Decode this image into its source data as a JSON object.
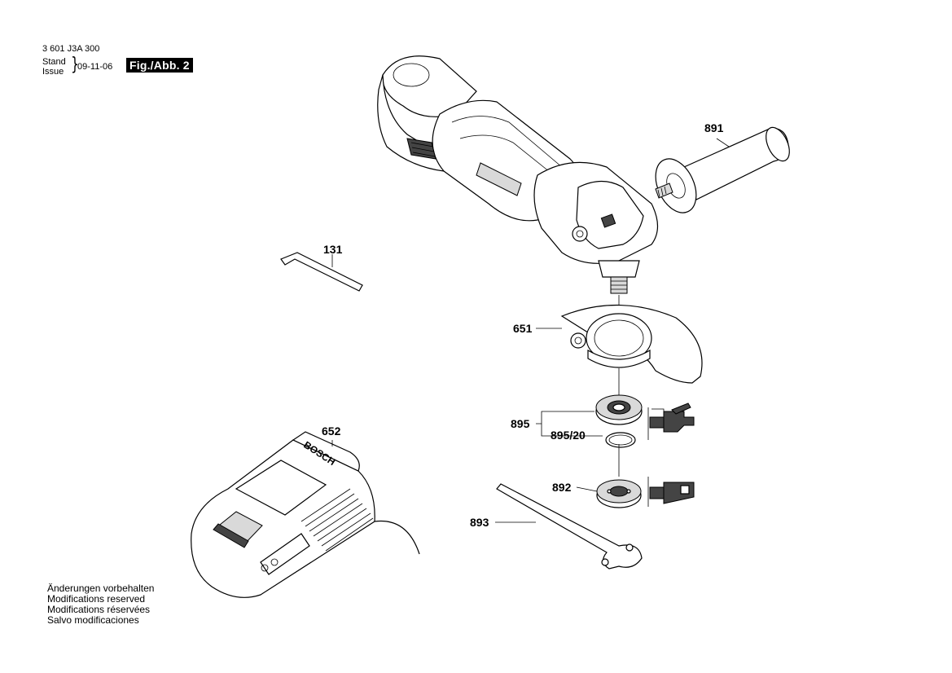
{
  "header": {
    "doc_number": "3 601 J3A 300",
    "stand_label": "Stand",
    "issue_label": "Issue",
    "issue_date": "09-11-06",
    "figure_label": "Fig./Abb. 2"
  },
  "notes": [
    "Änderungen vorbehalten",
    "Modifications reserved",
    "Modifications réservées",
    "Salvo modificaciones"
  ],
  "parts": {
    "p891": "891",
    "p131": "131",
    "p651": "651",
    "p895": "895",
    "p895_20": "895/20",
    "p892": "892",
    "p893": "893",
    "p652": "652"
  },
  "charger_brand": "BOSCH"
}
